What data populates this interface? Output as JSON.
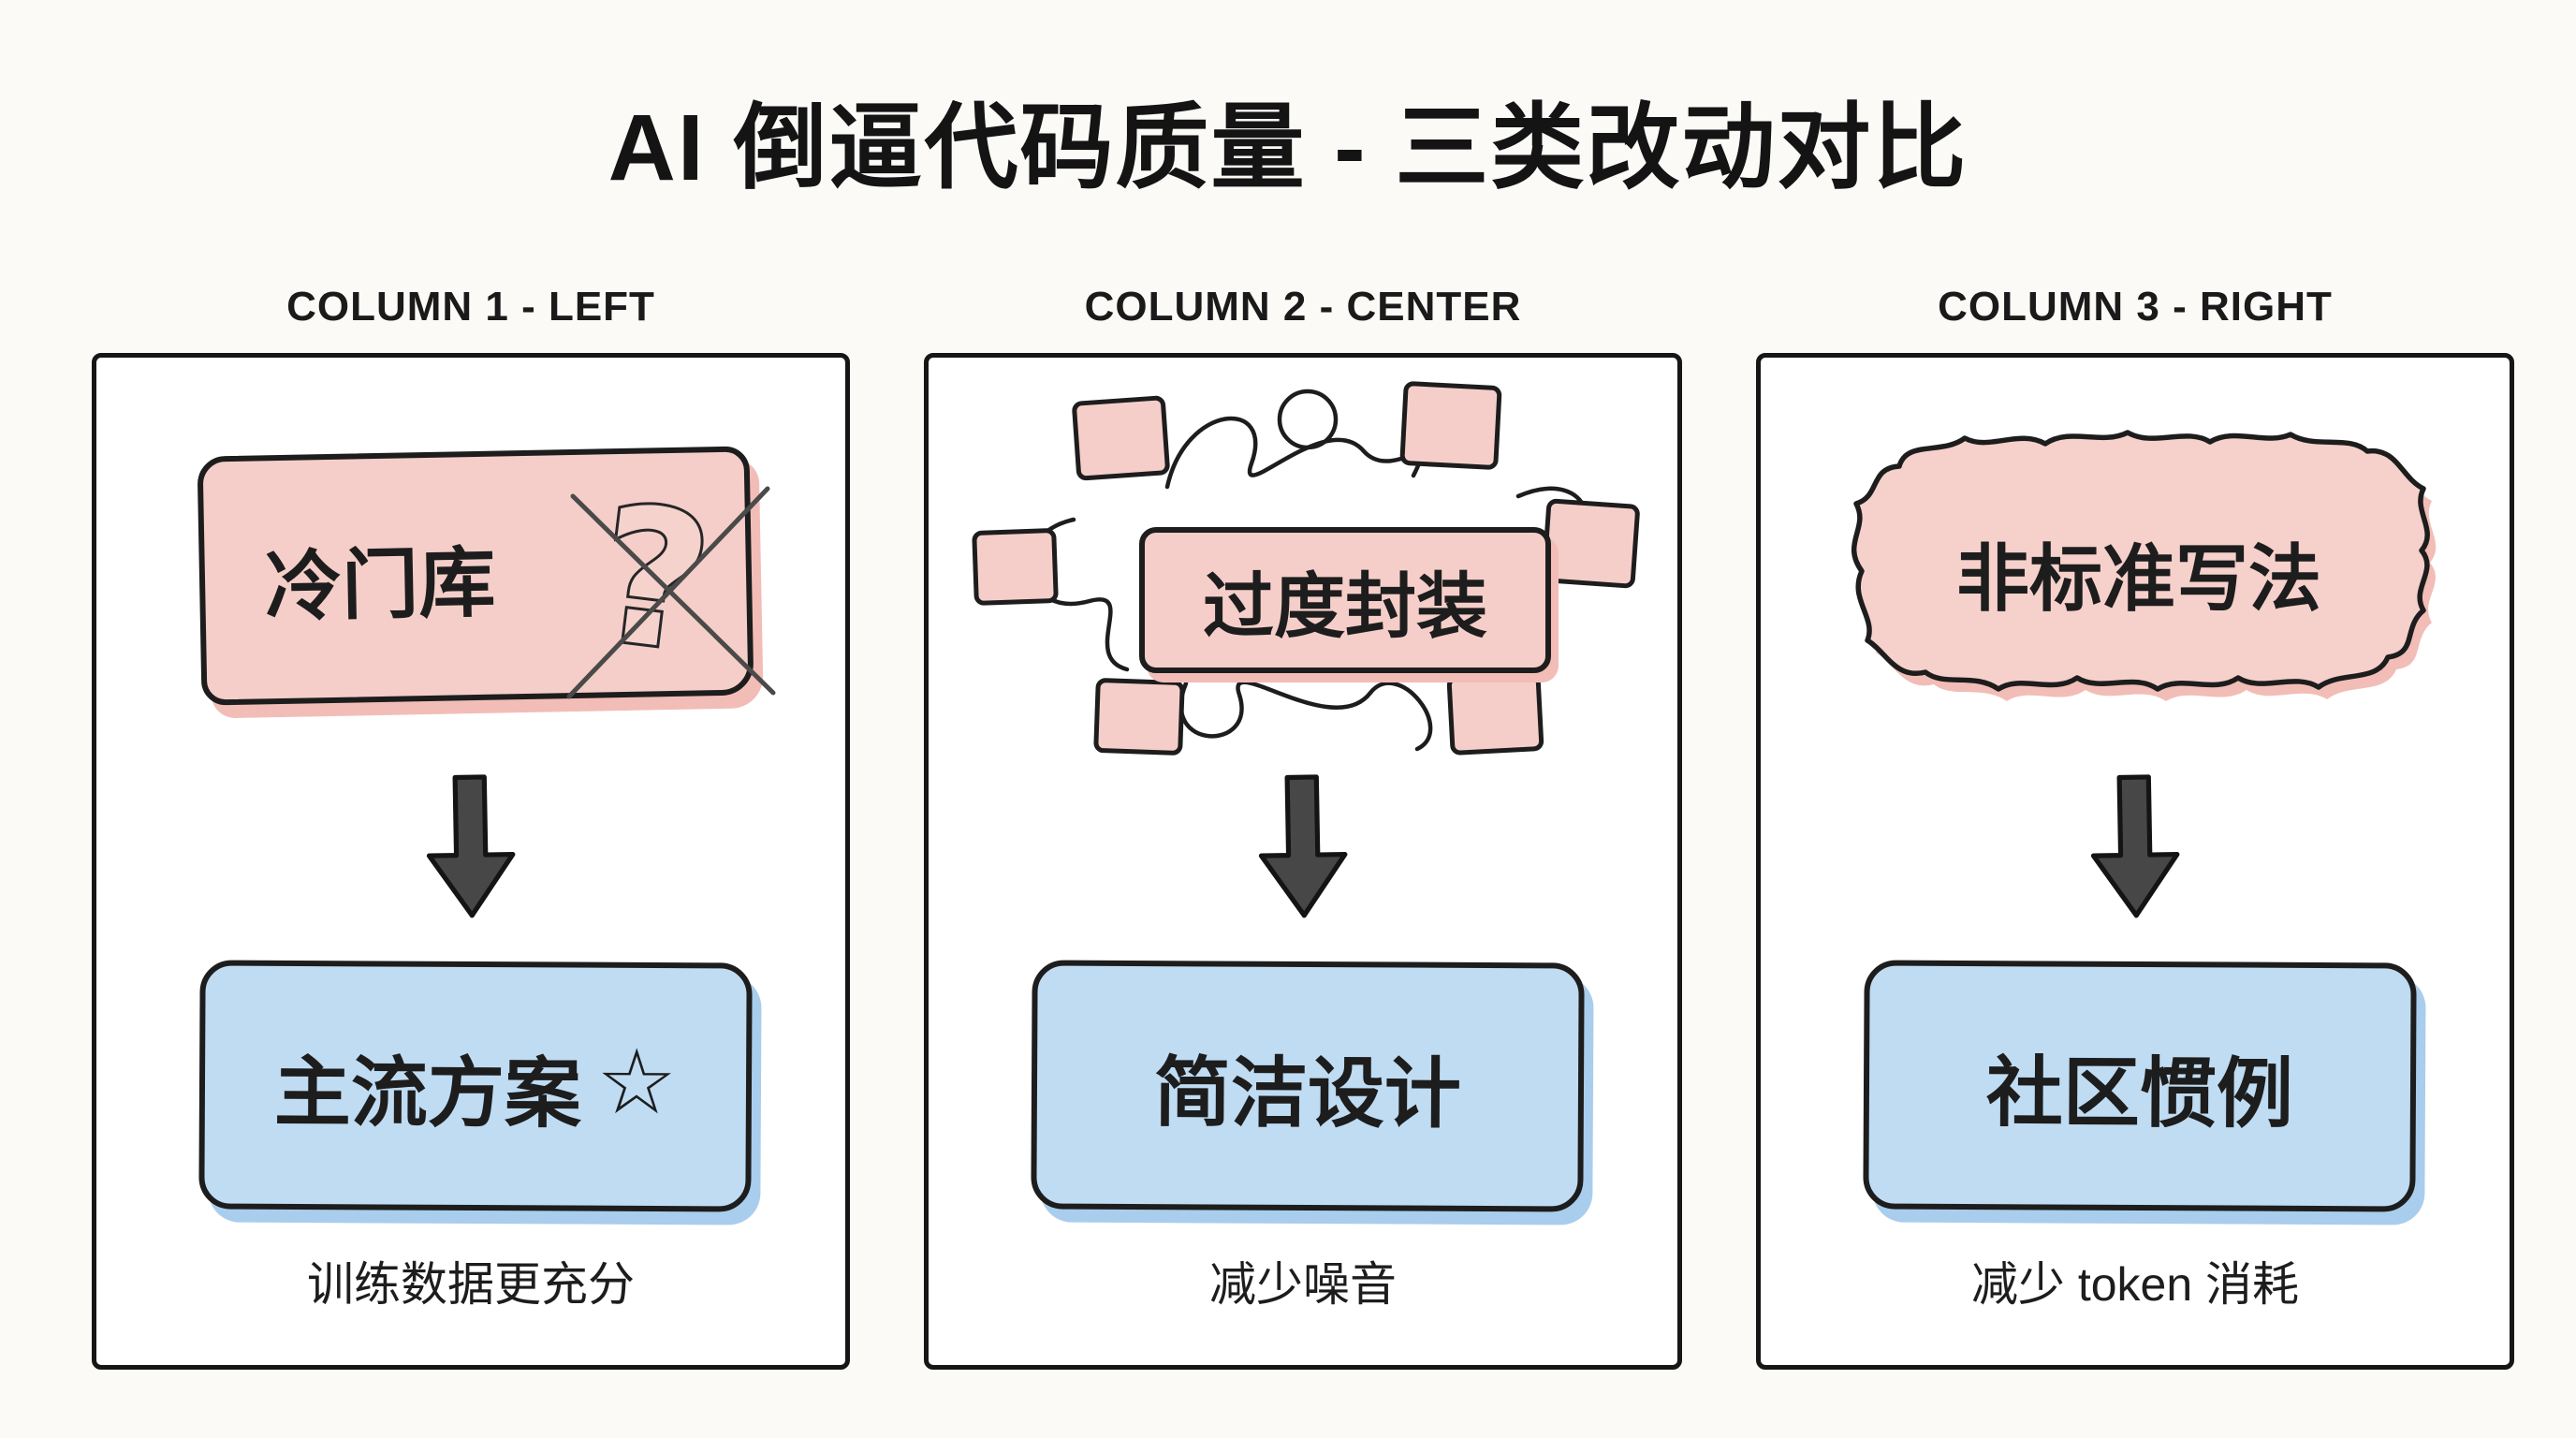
{
  "title": "AI 倒逼代码质量 - 三类改动对比",
  "colors": {
    "pink_fill": "#f5cec9",
    "pink_shadow": "#f2bdb7",
    "blue_fill": "#bfdcf3",
    "blue_shadow": "#a9cdec",
    "ink": "#1d1d1d",
    "arrow_fill": "#474747",
    "background": "#fbfaf7"
  },
  "columns": [
    {
      "header": "COLUMN 1 - LEFT",
      "top": {
        "label": "冷门库",
        "badge": "?",
        "decoration": "crossed-out-question-icon"
      },
      "arrow": "down",
      "bottom": {
        "label": "主流方案",
        "star": "☆"
      },
      "caption": "训练数据更充分"
    },
    {
      "header": "COLUMN 2 - CENTER",
      "top": {
        "label": "过度封装",
        "decoration": "tangled-boxes-scribble-icon"
      },
      "arrow": "down",
      "bottom": {
        "label": "简洁设计"
      },
      "caption": "减少噪音"
    },
    {
      "header": "COLUMN 3 - RIGHT",
      "top": {
        "label": "非标准写法",
        "decoration": "wavy-blob-icon"
      },
      "arrow": "down",
      "bottom": {
        "label": "社区惯例"
      },
      "caption": "减少 token 消耗"
    }
  ]
}
